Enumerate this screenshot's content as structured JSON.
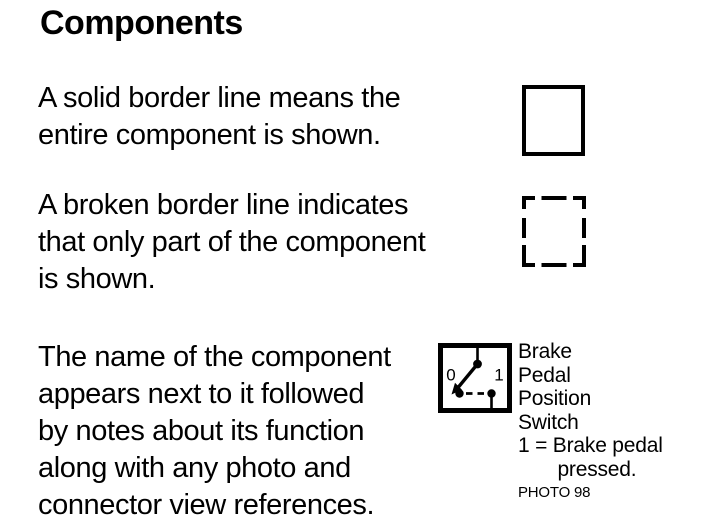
{
  "page": {
    "background_color": "#ffffff",
    "text_color": "#000000"
  },
  "title": "Components",
  "sections": [
    {
      "symbol": "solid-box",
      "text": "A solid border line means the\nentire component is shown."
    },
    {
      "symbol": "dashed-box",
      "text": "A broken border line indicates\nthat only part of the component\nis shown."
    },
    {
      "symbol": "switch-example",
      "text": "The name of the component\nappears next to it followed\nby notes about its function\nalong with any photo and\nconnector view references."
    }
  ],
  "component_example": {
    "switch": {
      "position_off_label": "0",
      "position_on_label": "1"
    },
    "name": "Brake\nPedal\nPosition\nSwitch",
    "note": "1 = Brake pedal\n       pressed.",
    "photo_reference": "PHOTO 98"
  }
}
